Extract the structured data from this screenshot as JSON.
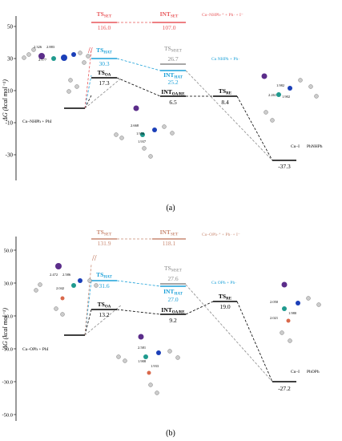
{
  "panel_a": {
    "caption": "(a)",
    "y_axis_label": "ΔG (kcal mol⁻¹)",
    "y_ticks": [
      "50",
      "30",
      "10",
      "-10",
      "-30"
    ],
    "levels": {
      "start": {
        "value": "0"
      },
      "ts_oa": {
        "label": "TS",
        "sub": "OA",
        "value": "17.3"
      },
      "ts_hat": {
        "label": "TS",
        "sub": "HAT",
        "value": "30.3"
      },
      "ts_set": {
        "label": "TS",
        "sub": "SET",
        "value": "116.0"
      },
      "int_set": {
        "label": "INT",
        "sub": "SET",
        "value": "107.0"
      },
      "ts_mset": {
        "label": "TS",
        "sub": "MSET",
        "value": "26.7"
      },
      "int_hat": {
        "label": "INT",
        "sub": "HAT",
        "value": "25.2"
      },
      "int_oare": {
        "label": "INT",
        "sub": "OA/RE",
        "value": "6.5"
      },
      "ts_re": {
        "label": "TS",
        "sub": "RE",
        "value": "8.4"
      },
      "end": {
        "value": "-37.3"
      }
    },
    "species": {
      "start": "Cu–NHPh + PhI",
      "int_set": "Cu–NHPh·⁺ + Ph· + I⁻",
      "int_hat": "Cu NHPh + Ph·",
      "end_a": "Cu–I",
      "end_b": "PhNHPh"
    },
    "distances": [
      "2.326",
      "2.883",
      "2.177",
      "2.668",
      "1.956",
      "1.937",
      "1.982",
      "2.261",
      "1.902"
    ]
  },
  "panel_b": {
    "caption": "(b)",
    "y_axis_label": "ΔG (kcal mol⁻¹)",
    "y_ticks": [
      "50.0",
      "30.0",
      "10.0",
      "-10.0",
      "-30.0",
      "-50.0"
    ],
    "levels": {
      "start": {
        "value": "0"
      },
      "ts_oa": {
        "label": "TS",
        "sub": "OA",
        "value": "13.2"
      },
      "ts_hat": {
        "label": "TS",
        "sub": "HAT",
        "value": "31.6"
      },
      "ts_set": {
        "label": "TS",
        "sub": "SET",
        "value": "131.9"
      },
      "int_set": {
        "label": "INT",
        "sub": "SET",
        "value": "118.1"
      },
      "ts_mset": {
        "label": "TS",
        "sub": "MSET",
        "value": "27.6"
      },
      "int_hat": {
        "label": "INT",
        "sub": "HAT",
        "value": "27.0"
      },
      "int_oare": {
        "label": "INT",
        "sub": "OA/RE",
        "value": "9.2"
      },
      "ts_re": {
        "label": "TS",
        "sub": "RE",
        "value": "19.0"
      },
      "end": {
        "value": "-27.2"
      }
    },
    "species": {
      "start": "Cu–OPh + PhI",
      "int_set": "Cu–OPh·⁺ + Ph· + I⁻",
      "int_hat": "Cu OPh + Ph·",
      "end_a": "Cu–I",
      "end_b": "PhOPh"
    },
    "distances": [
      "2.472",
      "2.586",
      "2.042",
      "2.581",
      "1.908",
      "1.933",
      "2.050",
      "1.980",
      "2.021"
    ]
  },
  "colors": {
    "black": "#000000",
    "set": "#e8575a",
    "hat": "#1aa0d8",
    "mset": "#8a8a8a",
    "set_b": "#c98a73"
  }
}
